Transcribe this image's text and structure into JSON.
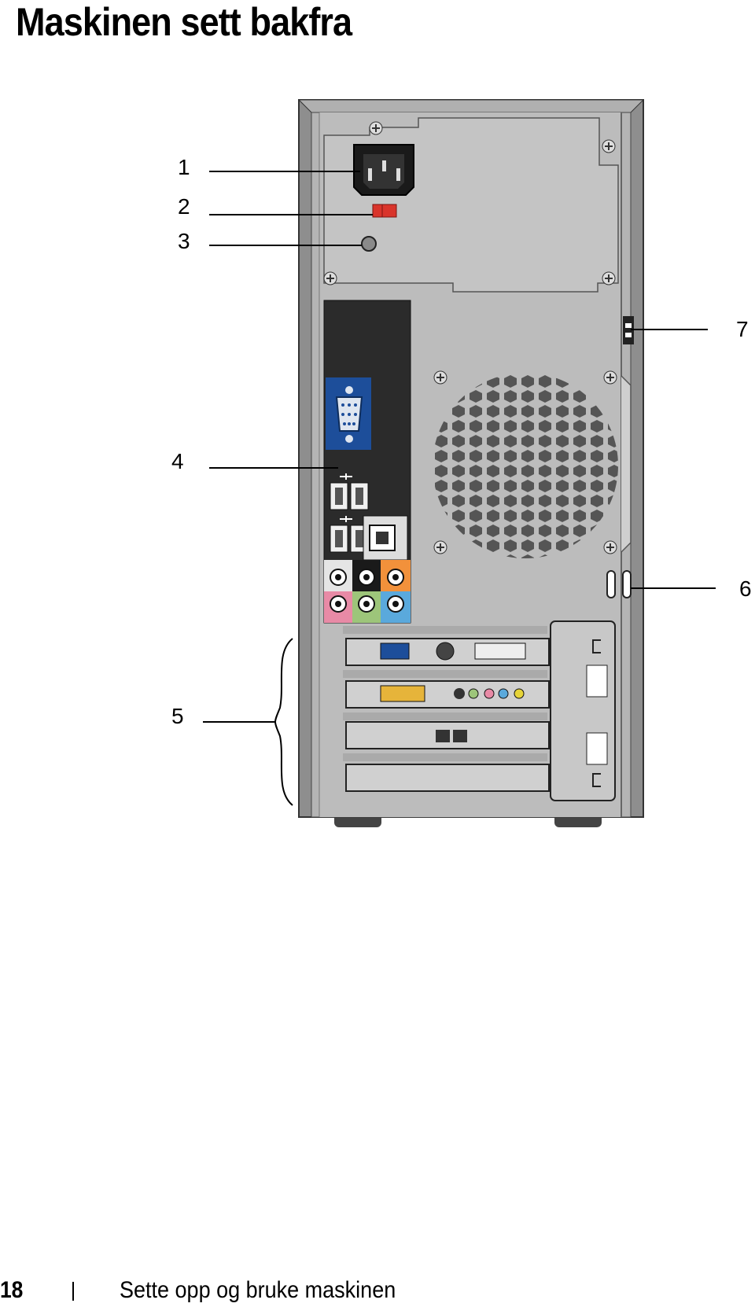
{
  "page": {
    "title": "Maskinen sett bakfra",
    "page_number": "18",
    "chapter": "Sette opp og bruke maskinen"
  },
  "figure": {
    "callouts": [
      {
        "id": "1",
        "label": "1"
      },
      {
        "id": "2",
        "label": "2"
      },
      {
        "id": "3",
        "label": "3"
      },
      {
        "id": "4",
        "label": "4"
      },
      {
        "id": "5",
        "label": "5"
      },
      {
        "id": "6",
        "label": "6"
      },
      {
        "id": "7",
        "label": "7"
      }
    ]
  },
  "colors": {
    "chassis": "#9a9a9a",
    "panel": "#b5b5b5",
    "io_panel": "#2b2b2b",
    "vga_blue": "#1d4e9a",
    "switch_red": "#d9342b",
    "audio_orange": "#f2913b",
    "audio_pink": "#e88aa6",
    "audio_green": "#9dc57a",
    "audio_blue": "#5aa9dc"
  }
}
